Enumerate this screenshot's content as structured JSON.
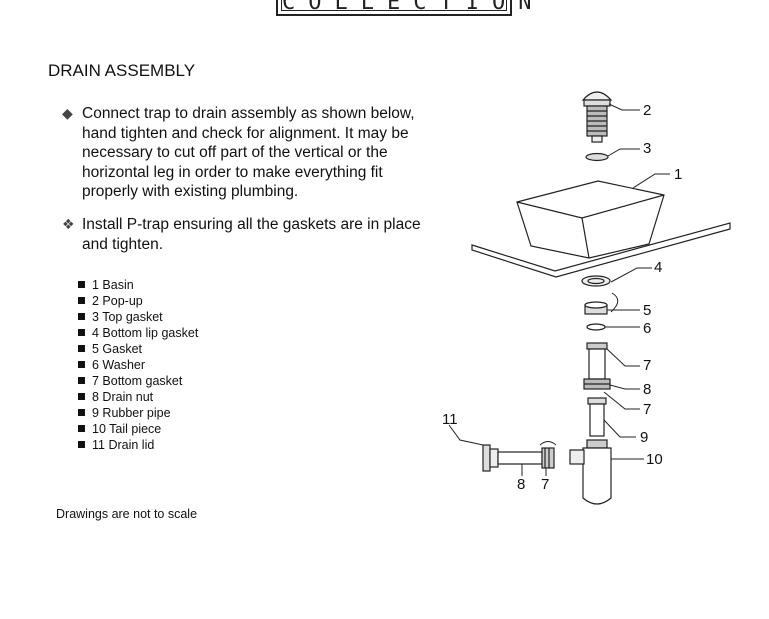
{
  "header": {
    "logo_text": "COLLECTION"
  },
  "title": "DRAIN ASSEMBLY",
  "instructions": [
    "Connect trap to drain assembly as shown below, hand tighten and check for alignment. It may be necessary to cut off part of the vertical or the horizontal leg in order to make everything fit properly with existing plumbing.",
    "Install P-trap ensuring all the gaskets are in place and tighten."
  ],
  "parts": [
    "1 Basin",
    "2 Pop-up",
    "3 Top gasket",
    "4 Bottom lip gasket",
    "5 Gasket",
    "6 Washer",
    "7 Bottom gasket",
    "8 Drain nut",
    "9 Rubber pipe",
    "10 Tail piece",
    "11 Drain lid"
  ],
  "note": "Drawings are not to scale",
  "diagram_labels": {
    "l2": "2",
    "l3": "3",
    "l1": "1",
    "l4": "4",
    "l5": "5",
    "l6": "6",
    "l7a": "7",
    "l8a": "8",
    "l7b": "7",
    "l9": "9",
    "l10": "10",
    "l11": "11",
    "l8b": "8",
    "l7c": "7"
  }
}
